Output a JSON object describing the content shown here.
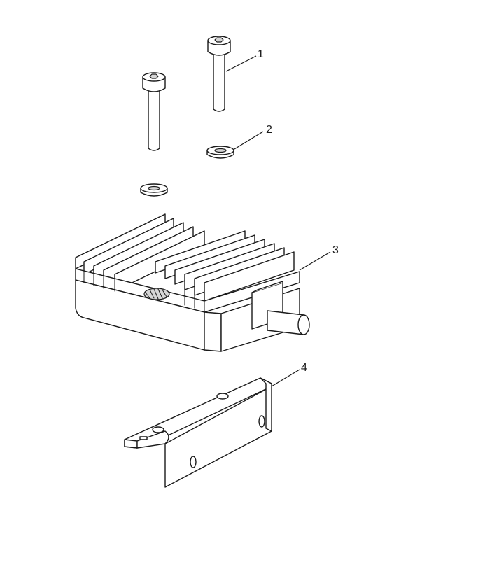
{
  "callouts": [
    {
      "id": "1",
      "label": "1"
    },
    {
      "id": "2",
      "label": "2"
    },
    {
      "id": "3",
      "label": "3"
    },
    {
      "id": "4",
      "label": "4"
    }
  ],
  "colors": {
    "line": "#1a1a1a",
    "background": "#ffffff",
    "shade": "#d6d6d6"
  }
}
